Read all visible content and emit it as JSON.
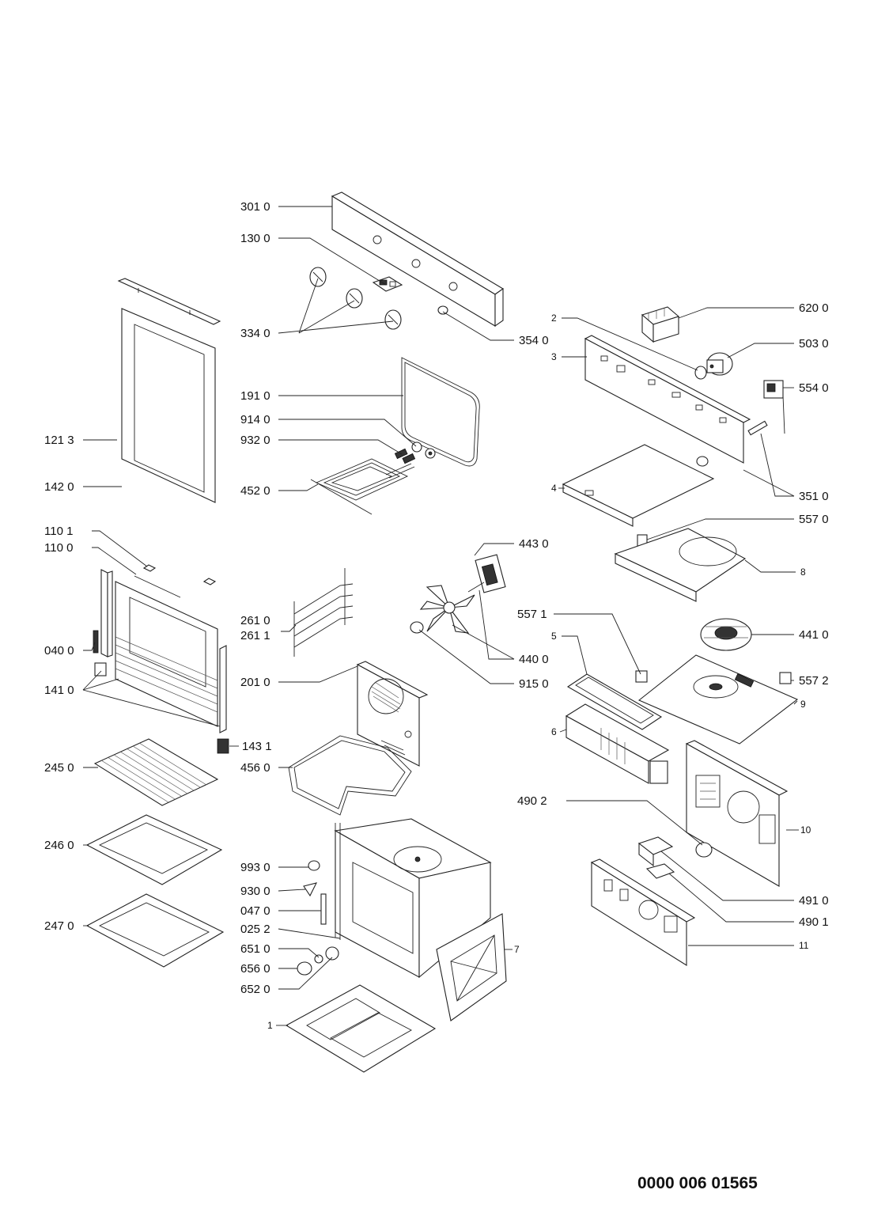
{
  "labels": {
    "l3010": "301 0",
    "l1300": "130 0",
    "l3340": "334 0",
    "l3540": "354 0",
    "l1910": "191 0",
    "l9140": "914 0",
    "l9320": "932 0",
    "l4520": "452 0",
    "l1213": "121 3",
    "l1420": "142 0",
    "l1101": "110 1",
    "l1100": "110 0",
    "l0400": "040 0",
    "l1410": "141 0",
    "l1431": "143 1",
    "l2450": "245 0",
    "l2460": "246 0",
    "l2470": "247 0",
    "l2610": "261 0",
    "l2611": "261 1",
    "l2010": "201 0",
    "l4560": "456 0",
    "l4430": "443 0",
    "l4400": "440 0",
    "l9150": "915 0",
    "l9930": "993 0",
    "l9300": "930 0",
    "l0470": "047 0",
    "l0252": "025 2",
    "l6510": "651 0",
    "l6560": "656 0",
    "l6520": "652 0",
    "l1": "1",
    "l2": "2",
    "l3": "3",
    "l4": "4",
    "l5": "5",
    "l6": "6",
    "l7": "7",
    "l8": "8",
    "l9": "9",
    "l10": "10",
    "l11": "11",
    "l6200": "620 0",
    "l5030": "503 0",
    "l5540": "554 0",
    "l3510": "351 0",
    "l5570": "557 0",
    "l5571": "557 1",
    "l5572": "557 2",
    "l4410": "441 0",
    "l4902": "490 2",
    "l4910": "491 0",
    "l4901": "490 1"
  },
  "document_number": "0000 006 01565"
}
